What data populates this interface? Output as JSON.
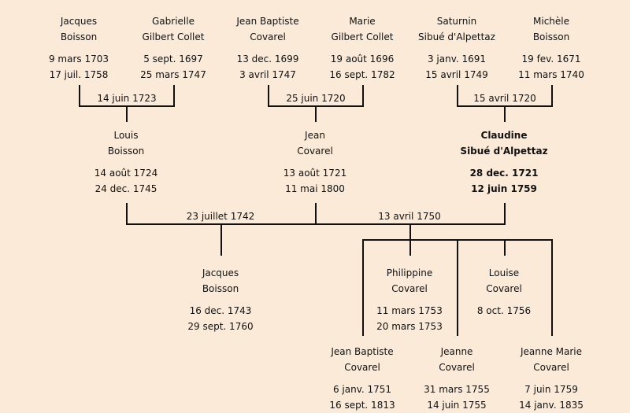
{
  "people": [
    {
      "id": "jacques-boisson-sr",
      "first": "Jacques",
      "last": "Boisson",
      "birth": "9 mars 1703",
      "death": "17 juil. 1758"
    },
    {
      "id": "gabrielle-gilbert-collet",
      "first": "Gabrielle",
      "last": "Gilbert Collet",
      "birth": "5 sept. 1697",
      "death": "25 mars 1747"
    },
    {
      "id": "jean-baptiste-covarel-sr",
      "first": "Jean Baptiste",
      "last": "Covarel",
      "birth": "13 dec. 1699",
      "death": "3 avril 1747"
    },
    {
      "id": "marie-gilbert-collet",
      "first": "Marie",
      "last": "Gilbert Collet",
      "birth": "19 août 1696",
      "death": "16 sept. 1782"
    },
    {
      "id": "saturnin-sibue",
      "first": "Saturnin",
      "last": "Sibué d'Alpettaz",
      "birth": "3 janv. 1691",
      "death": "15 avril 1749"
    },
    {
      "id": "michele-boisson",
      "first": "Michèle",
      "last": "Boisson",
      "birth": "19 fev. 1671",
      "death": "11 mars 1740"
    },
    {
      "id": "louis-boisson",
      "first": "Louis",
      "last": "Boisson",
      "birth": "14 août 1724",
      "death": "24 dec. 1745"
    },
    {
      "id": "jean-covarel",
      "first": "Jean",
      "last": "Covarel",
      "birth": "13 août 1721",
      "death": "11 mai 1800"
    },
    {
      "id": "claudine-sibue",
      "first": "Claudine",
      "last": "Sibué d'Alpettaz",
      "birth": "28 dec. 1721",
      "death": "12 juin 1759",
      "selected": true
    },
    {
      "id": "jacques-boisson-jr",
      "first": "Jacques",
      "last": "Boisson",
      "birth": "16 dec. 1743",
      "death": "29 sept. 1760"
    },
    {
      "id": "philippine-covarel",
      "first": "Philippine",
      "last": "Covarel",
      "birth": "11 mars 1753",
      "death": "20 mars 1753"
    },
    {
      "id": "louise-covarel",
      "first": "Louise",
      "last": "Covarel",
      "birth": "8 oct. 1756",
      "death": ""
    },
    {
      "id": "jean-baptiste-covarel-jr",
      "first": "Jean Baptiste",
      "last": "Covarel",
      "birth": "6 janv. 1751",
      "death": "16 sept. 1813"
    },
    {
      "id": "jeanne-covarel",
      "first": "Jeanne",
      "last": "Covarel",
      "birth": "31 mars 1755",
      "death": "14 juin 1755"
    },
    {
      "id": "jeanne-marie-covarel",
      "first": "Jeanne Marie",
      "last": "Covarel",
      "birth": "7 juin 1759",
      "death": "14 janv. 1835"
    }
  ],
  "marriages": [
    {
      "id": "boisson-collet",
      "date": "14 juin 1723"
    },
    {
      "id": "covarel-collet",
      "date": "25 juin 1720"
    },
    {
      "id": "sibue-boisson",
      "date": "15 avril 1720"
    },
    {
      "id": "boisson-sibue",
      "date": "23 juillet 1742"
    },
    {
      "id": "covarel-sibue",
      "date": "13 avril 1750"
    }
  ],
  "colors": {
    "background": "#fbead8",
    "line": "#111111"
  }
}
